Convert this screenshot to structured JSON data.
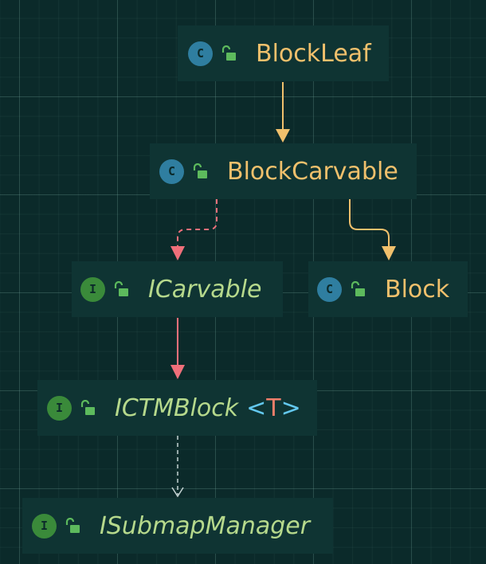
{
  "nodes": {
    "blockleaf": {
      "name": "BlockLeaf",
      "kind": "class",
      "badge": "C"
    },
    "blockcarvable": {
      "name": "BlockCarvable",
      "kind": "class",
      "badge": "C"
    },
    "icarvable": {
      "name": "ICarvable",
      "kind": "interface",
      "badge": "I"
    },
    "block": {
      "name": "Block",
      "kind": "class",
      "badge": "C"
    },
    "ictmblock": {
      "name": "ICTMBlock",
      "kind": "interface",
      "badge": "I",
      "type_param": "T",
      "open": "<",
      "close": ">"
    },
    "isubmapmanager": {
      "name": "ISubmapManager",
      "kind": "interface",
      "badge": "I"
    }
  },
  "colors": {
    "background": "#0b2a2a",
    "node_fill": "#0f3433",
    "class_name": "#f0c06c",
    "interface_name": "#b6d98c",
    "class_badge": "#2f7ea0",
    "interface_badge": "#3a8a3a",
    "extends_edge": "#f0c06c",
    "implements_edge": "#ef6f7a",
    "dependency_edge": "#c4d3d3"
  },
  "icons": {
    "visibility": "unlocked-padlock-icon"
  },
  "edges": [
    {
      "from": "BlockLeaf",
      "to": "BlockCarvable",
      "relation": "extends"
    },
    {
      "from": "BlockCarvable",
      "to": "ICarvable",
      "relation": "implements"
    },
    {
      "from": "BlockCarvable",
      "to": "Block",
      "relation": "extends"
    },
    {
      "from": "ICarvable",
      "to": "ICTMBlock",
      "relation": "extends"
    },
    {
      "from": "ICTMBlock",
      "to": "ISubmapManager",
      "relation": "dependency"
    }
  ]
}
